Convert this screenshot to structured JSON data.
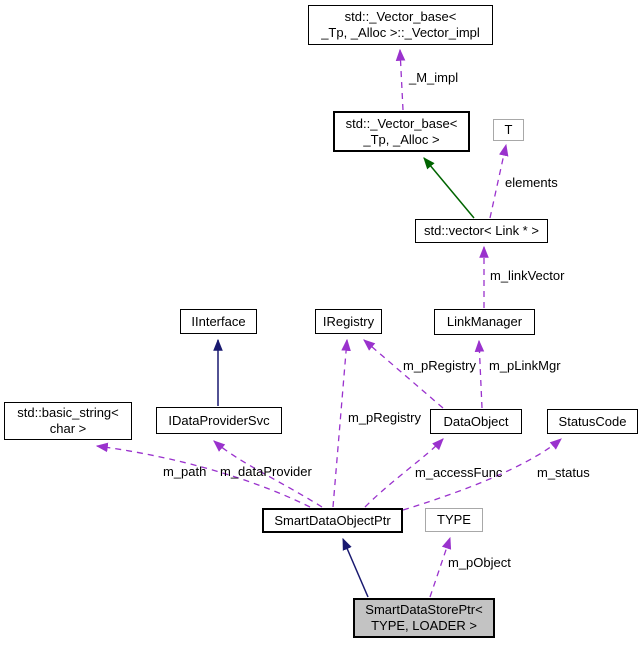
{
  "diagram": {
    "type": "collaboration-graph",
    "colors": {
      "usage_edge": "#9a32cd",
      "inheritance_edge": "#191970",
      "protected_inheritance_edge": "#006400",
      "node_border": "#000000",
      "node_fill": "#ffffff",
      "focus_node_fill": "#c3c3c3",
      "template_param_border": "#a8a8a8"
    },
    "nodes": {
      "vector_impl": {
        "label": "std::_Vector_base<\n_Tp, _Alloc >::_Vector_impl"
      },
      "vector_base": {
        "label": "std::_Vector_base<\n_Tp, _Alloc >"
      },
      "t_param": {
        "label": "T"
      },
      "vector_link": {
        "label": "std::vector< Link * >"
      },
      "iinterface": {
        "label": "IInterface"
      },
      "iregistry": {
        "label": "IRegistry"
      },
      "linkmanager": {
        "label": "LinkManager"
      },
      "basic_string": {
        "label": "std::basic_string<\nchar >"
      },
      "idataprovidersvc": {
        "label": "IDataProviderSvc"
      },
      "dataobject": {
        "label": "DataObject"
      },
      "statuscode": {
        "label": "StatusCode"
      },
      "smartdataobjectptr": {
        "label": "SmartDataObjectPtr"
      },
      "type_param": {
        "label": "TYPE"
      },
      "smartdatastoreptr": {
        "label": "SmartDataStorePtr<\nTYPE, LOADER >"
      }
    },
    "edges": {
      "m_impl": {
        "label": "_M_impl"
      },
      "elements": {
        "label": "elements"
      },
      "m_linkVector": {
        "label": "m_linkVector"
      },
      "m_pRegistry_data": {
        "label": "m_pRegistry"
      },
      "m_pLinkMgr": {
        "label": "m_pLinkMgr"
      },
      "m_pRegistry_smart": {
        "label": "m_pRegistry"
      },
      "m_path": {
        "label": "m_path"
      },
      "m_dataProvider": {
        "label": "m_dataProvider"
      },
      "m_accessFunc": {
        "label": "m_accessFunc"
      },
      "m_status": {
        "label": "m_status"
      },
      "m_pObject": {
        "label": "m_pObject"
      }
    }
  }
}
